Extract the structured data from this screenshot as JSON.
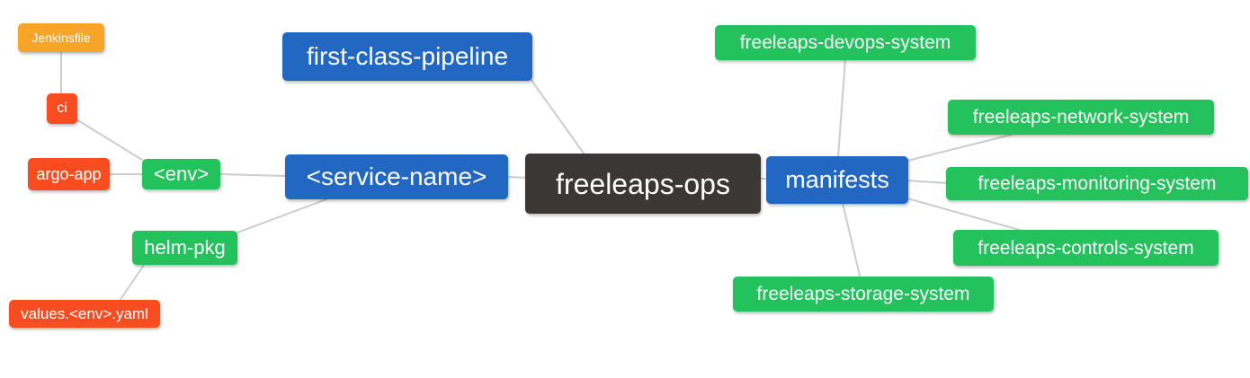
{
  "palette": {
    "blue": "#2267c2",
    "green": "#23c25c",
    "red": "#f94d21",
    "orange": "#f7a528",
    "dark": "#3b3734",
    "edge": "#cccccc",
    "background": "#ffffff",
    "text": "#ffffff"
  },
  "diagram": {
    "type": "mindmap",
    "root": {
      "label": "freeleaps-ops",
      "color": "dark"
    },
    "nodes": {
      "jenkinsfile": {
        "label": "Jenkinsfile",
        "color": "orange"
      },
      "ci": {
        "label": "ci",
        "color": "red"
      },
      "argo_app": {
        "label": "argo-app",
        "color": "red"
      },
      "env": {
        "label": "<env>",
        "color": "green"
      },
      "helm_pkg": {
        "label": "helm-pkg",
        "color": "green"
      },
      "values_env_yaml": {
        "label": "values.<env>.yaml",
        "color": "red"
      },
      "first_class_pipeline": {
        "label": "first-class-pipeline",
        "color": "blue"
      },
      "service_name": {
        "label": "<service-name>",
        "color": "blue"
      },
      "manifests": {
        "label": "manifests",
        "color": "blue"
      },
      "devops_system": {
        "label": "freeleaps-devops-system",
        "color": "green"
      },
      "network_system": {
        "label": "freeleaps-network-system",
        "color": "green"
      },
      "monitoring_system": {
        "label": "freeleaps-monitoring-system",
        "color": "green"
      },
      "controls_system": {
        "label": "freeleaps-controls-system",
        "color": "green"
      },
      "storage_system": {
        "label": "freeleaps-storage-system",
        "color": "green"
      }
    },
    "edges": [
      {
        "from": "Jenkinsfile",
        "to": "ci"
      },
      {
        "from": "ci",
        "to": "<env>"
      },
      {
        "from": "argo-app",
        "to": "<env>"
      },
      {
        "from": "<env>",
        "to": "<service-name>"
      },
      {
        "from": "helm-pkg",
        "to": "<service-name>"
      },
      {
        "from": "values.<env>.yaml",
        "to": "helm-pkg"
      },
      {
        "from": "first-class-pipeline",
        "to": "freeleaps-ops"
      },
      {
        "from": "<service-name>",
        "to": "freeleaps-ops"
      },
      {
        "from": "freeleaps-ops",
        "to": "manifests"
      },
      {
        "from": "manifests",
        "to": "freeleaps-devops-system"
      },
      {
        "from": "manifests",
        "to": "freeleaps-network-system"
      },
      {
        "from": "manifests",
        "to": "freeleaps-monitoring-system"
      },
      {
        "from": "manifests",
        "to": "freeleaps-controls-system"
      },
      {
        "from": "manifests",
        "to": "freeleaps-storage-system"
      }
    ]
  }
}
